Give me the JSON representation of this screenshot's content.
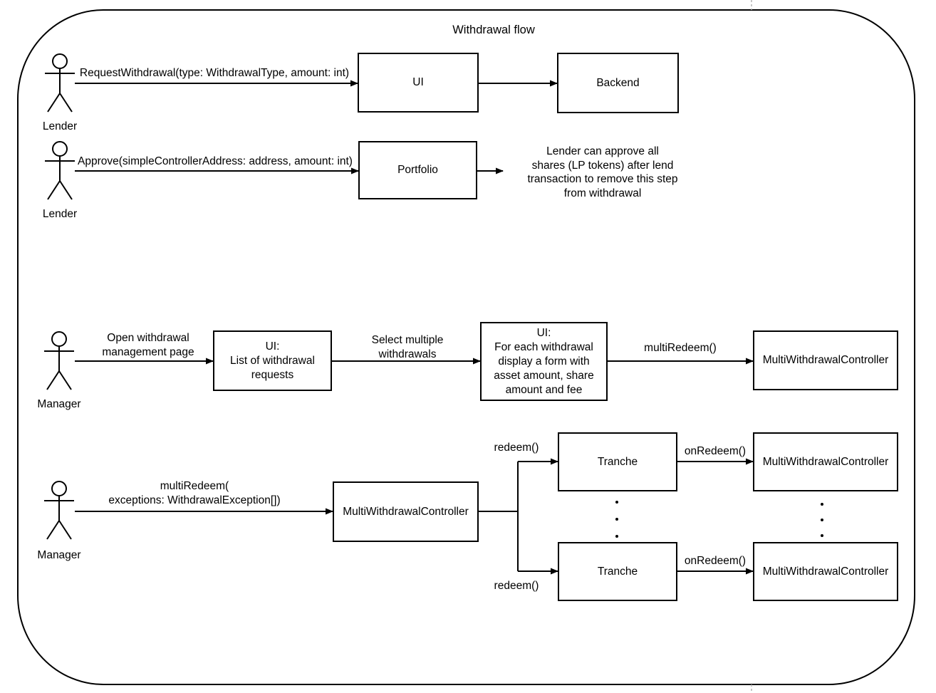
{
  "title": "Withdrawal flow",
  "flows": {
    "request_withdrawal": {
      "actor": "Lender",
      "message": "RequestWithdrawal(type: WithdrawalType, amount: int)",
      "ui_box": "UI",
      "backend_box": "Backend"
    },
    "approve": {
      "actor": "Lender",
      "message": "Approve(simpleControllerAddress: address, amount: int)",
      "portfolio_box": "Portfolio",
      "note": "Lender can approve all\nshares (LP tokens) after lend\ntransaction to remove this step\nfrom withdrawal"
    },
    "withdrawal_management": {
      "actor": "Manager",
      "open_message": "Open withdrawal\nmanagement page",
      "list_box": "UI:\nList of withdrawal\nrequests",
      "select_message": "Select multiple\nwithdrawals",
      "multi_redeem_message": "multiRedeem()",
      "form_box": "UI:\nFor each withdrawal\ndisplay a form with\nasset amount, share\namount and fee",
      "controller_box": "MultiWithdrawalController"
    },
    "multi_redeem": {
      "actor": "Manager",
      "message": "multiRedeem(\nexceptions: WithdrawalException[])",
      "controller_box": "MultiWithdrawalController",
      "redeem_top": "redeem()",
      "redeem_bottom": "redeem()",
      "tranche_top_box": "Tranche",
      "tranche_bottom_box": "Tranche",
      "on_redeem_top": "onRedeem()",
      "on_redeem_bottom": "onRedeem()",
      "controller_top_box": "MultiWithdrawalController",
      "controller_bottom_box": "MultiWithdrawalController"
    }
  }
}
